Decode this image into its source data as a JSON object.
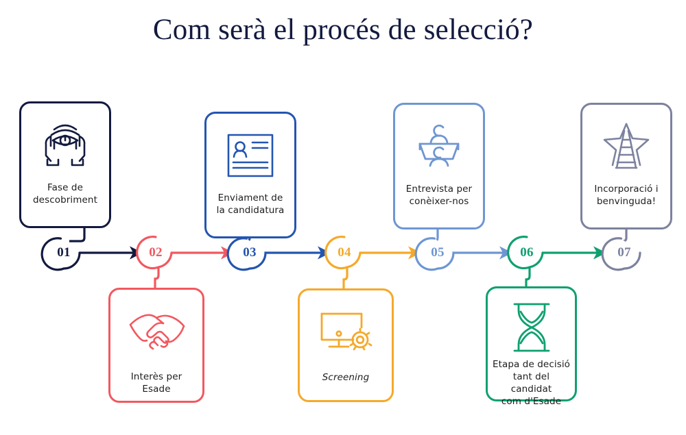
{
  "header": {
    "title": "Com serà el procés de selecció?"
  },
  "colors": {
    "navy": "#131a3f",
    "red": "#F2585F",
    "blue": "#2455B0",
    "amber": "#F5A92A",
    "lightblue": "#6E96D2",
    "green": "#0FA070",
    "gray": "#7C829E",
    "text": "#1d1d1d",
    "background": "#ffffff"
  },
  "steps": [
    {
      "number": "01",
      "label": "Fase de\ndescobriment",
      "label_line1": "Fase de",
      "label_line2": "descobriment",
      "icon": "eye-in-hands-icon",
      "color": "#131a3f",
      "position": "top",
      "italic": false
    },
    {
      "number": "02",
      "label": "Interès per\nEsade",
      "label_line1": "Interès per",
      "label_line2": "Esade",
      "icon": "handshake-icon",
      "color": "#F2585F",
      "position": "bottom",
      "italic": false
    },
    {
      "number": "03",
      "label": "Enviament de\nla candidatura",
      "label_line1": "Enviament de",
      "label_line2": "la candidatura",
      "icon": "resume-document-icon",
      "color": "#2455B0",
      "position": "top",
      "italic": false
    },
    {
      "number": "04",
      "label": "Screening",
      "label_line1": "Screening",
      "label_line2": "",
      "icon": "monitor-gear-icon",
      "color": "#F5A92A",
      "position": "bottom",
      "italic": true
    },
    {
      "number": "05",
      "label": "Entrevista per\nconèixer-nos",
      "label_line1": "Entrevista per",
      "label_line2": "conèixer-nos",
      "icon": "two-people-table-icon",
      "color": "#6E96D2",
      "position": "top",
      "italic": false
    },
    {
      "number": "06",
      "label": "Etapa de decisió\ntant del candidat\ncom d'Esade",
      "label_line1": "Etapa de decisió",
      "label_line2": "tant del candidat",
      "label_line3": "com d'Esade",
      "icon": "hourglass-icon",
      "color": "#0FA070",
      "position": "bottom",
      "italic": false
    },
    {
      "number": "07",
      "label": "Incorporació i\nbenvinguda!",
      "label_line1": "Incorporació i",
      "label_line2": "benvinguda!",
      "icon": "star-ladder-icon",
      "color": "#7C829E",
      "position": "top",
      "italic": false
    }
  ],
  "arrows": [
    {
      "from": "01",
      "to": "02",
      "color": "#131a3f"
    },
    {
      "from": "02",
      "to": "03",
      "color": "#F2585F"
    },
    {
      "from": "03",
      "to": "04",
      "color": "#2455B0"
    },
    {
      "from": "04",
      "to": "05",
      "color": "#F5A92A"
    },
    {
      "from": "05",
      "to": "06",
      "color": "#6E96D2"
    },
    {
      "from": "06",
      "to": "07",
      "color": "#0FA070"
    }
  ]
}
